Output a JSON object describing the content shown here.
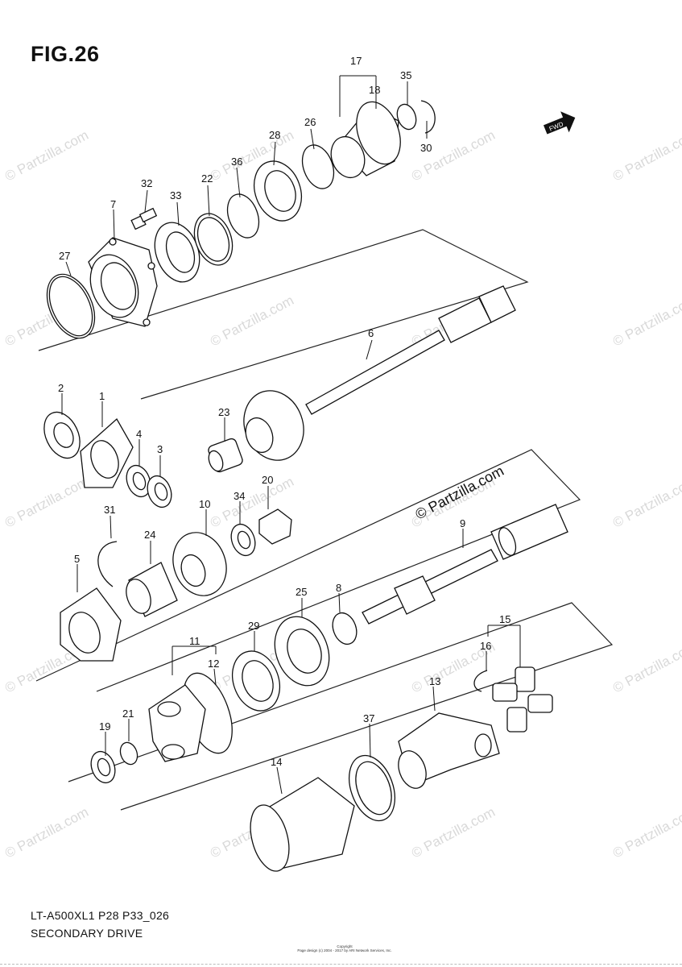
{
  "figure_label": "FIG.26",
  "model_code": "LT-A500XL1 P28 P33_026",
  "section_name": "SECONDARY DRIVE",
  "copyright_line1": "Copyright",
  "copyright_line2": "Page design (c) 2004 - 2017 by ARI Network Services, Inc.",
  "watermark_text": "© Partzilla.com",
  "direction_label": "FWD",
  "part_numbers": [
    "17",
    "18",
    "35",
    "30",
    "26",
    "28",
    "36",
    "22",
    "33",
    "32",
    "7",
    "27",
    "6",
    "2",
    "1",
    "23",
    "4",
    "3",
    "31",
    "10",
    "34",
    "20",
    "9",
    "24",
    "5",
    "8",
    "25",
    "29",
    "11",
    "12",
    "15",
    "16",
    "13",
    "21",
    "19",
    "37",
    "14"
  ]
}
